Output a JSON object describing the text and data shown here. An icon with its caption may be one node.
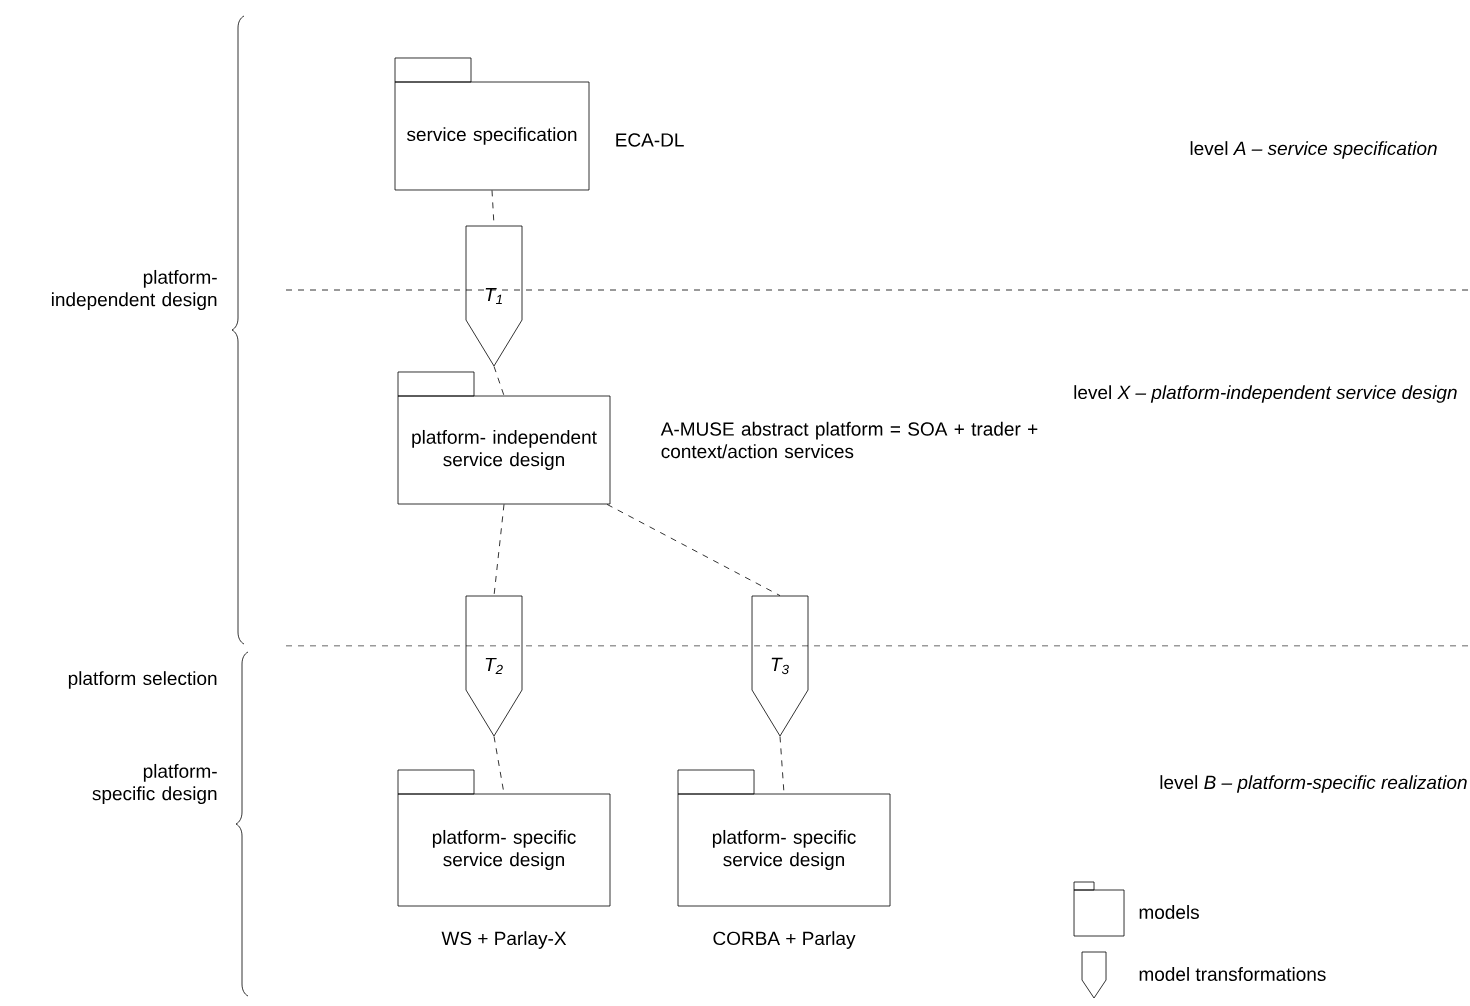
{
  "diagram": {
    "nodes": [
      {
        "text": [
          "service specification"
        ],
        "beside": [
          "ECA-DL"
        ]
      },
      {
        "text": [
          "T$_{1}$"
        ]
      },
      {
        "text": [
          "platform- independent service design"
        ],
        "beside": [
          "A-MUSE abstract platform = SOA + trader + context/action services"
        ]
      },
      {
        "text": [
          "T$_{2}$"
        ]
      },
      {
        "text": [
          "T$_{3}$"
        ]
      },
      {
        "text": [
          "platform- specific service design"
        ],
        "beside": [
          "WS + Parlay-X"
        ]
      },
      {
        "text": [
          "platform- specific service design"
        ],
        "beside": [
          "CORBA + Parlay"
        ]
      }
    ],
    "edges": [
      {
        "from": 0,
        "to": 1,
        "arrow": "none"
      },
      {
        "from": 1,
        "to": 2,
        "arrow": "none"
      },
      {
        "from": 2,
        "to": 3,
        "arrow": "none"
      },
      {
        "from": 2,
        "to": 4,
        "arrow": "none"
      },
      {
        "from": 3,
        "to": 5,
        "arrow": "none"
      },
      {
        "from": 4,
        "to": 6,
        "arrow": "none"
      }
    ],
    "labels": [
      "level *A – service specification*",
      "platform- independent design",
      "level *X – platform-independent service design*",
      "platform selection",
      "platform- specific design",
      "level *B – platform-specific realization*"
    ],
    "legend": [
      {
        "text": "models"
      },
      {
        "text": "model transformations"
      }
    ]
  }
}
